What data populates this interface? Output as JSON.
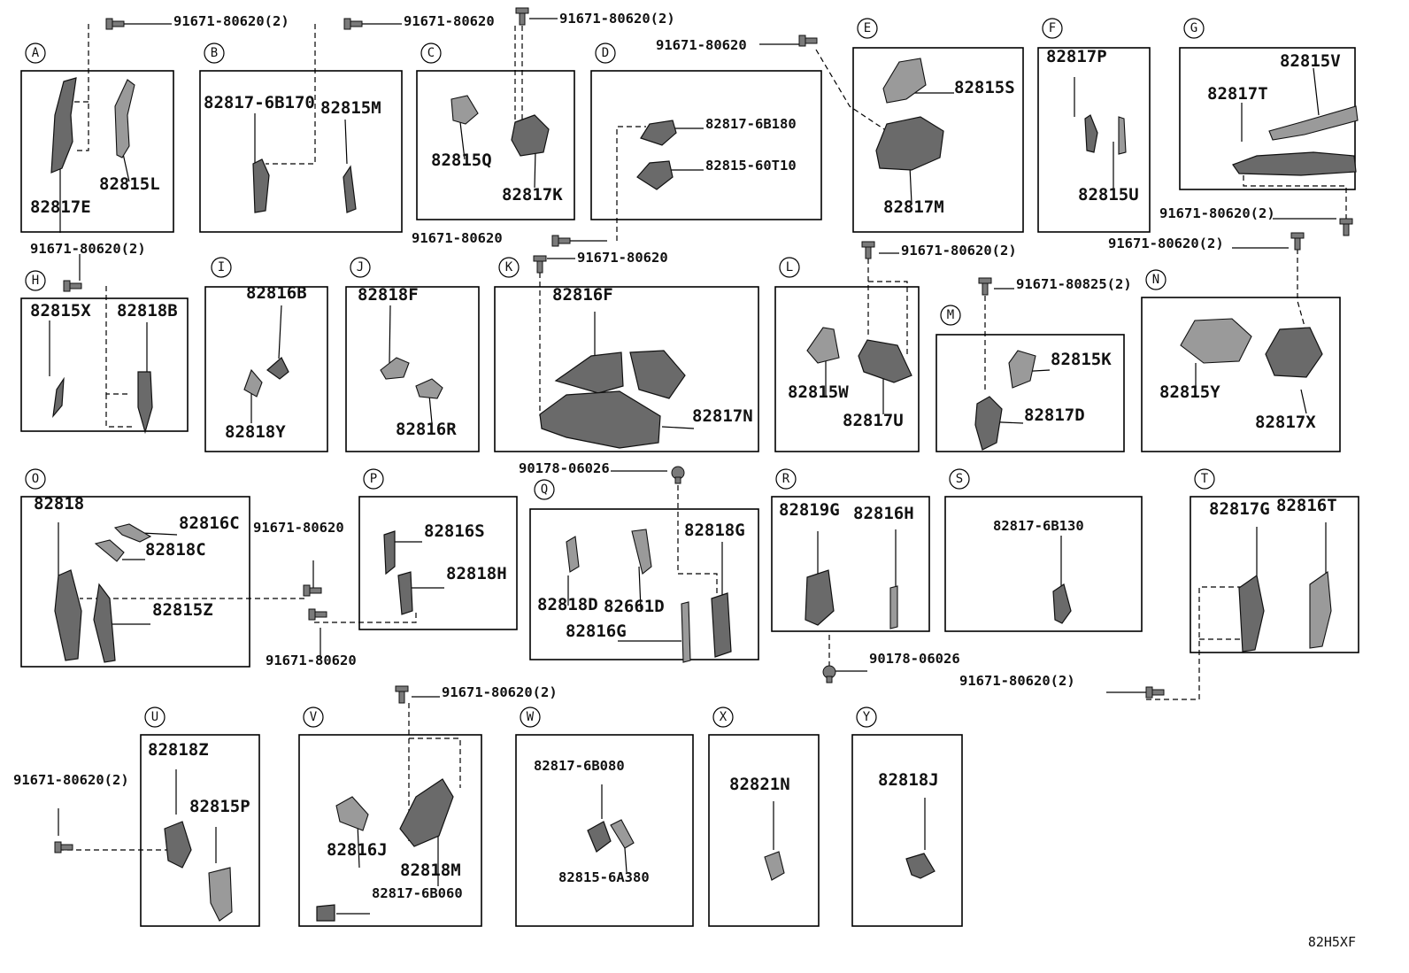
{
  "diagram": {
    "reference_code": "82H5XF",
    "sections": [
      {
        "letter": "A",
        "parts": [
          "82817E",
          "82815L"
        ]
      },
      {
        "letter": "B",
        "parts": [
          "82817-6B170",
          "82815M"
        ]
      },
      {
        "letter": "C",
        "parts": [
          "82815Q",
          "82817K"
        ]
      },
      {
        "letter": "D",
        "parts": [
          "82817-6B180",
          "82815-60T10"
        ]
      },
      {
        "letter": "E",
        "parts": [
          "82815S",
          "82817M"
        ]
      },
      {
        "letter": "F",
        "parts": [
          "82817P",
          "82815U"
        ]
      },
      {
        "letter": "G",
        "parts": [
          "82815V",
          "82817T"
        ]
      },
      {
        "letter": "H",
        "parts": [
          "82815X",
          "82818B"
        ]
      },
      {
        "letter": "I",
        "parts": [
          "82816B",
          "82818Y"
        ]
      },
      {
        "letter": "J",
        "parts": [
          "82818F",
          "82816R"
        ]
      },
      {
        "letter": "K",
        "parts": [
          "82816F",
          "82817N"
        ]
      },
      {
        "letter": "L",
        "parts": [
          "82815W",
          "82817U"
        ]
      },
      {
        "letter": "M",
        "parts": [
          "82815K",
          "82817D"
        ]
      },
      {
        "letter": "N",
        "parts": [
          "82815Y",
          "82817X"
        ]
      },
      {
        "letter": "O",
        "parts": [
          "82818",
          "82816C",
          "82818C",
          "82815Z"
        ]
      },
      {
        "letter": "P",
        "parts": [
          "82816S",
          "82818H"
        ]
      },
      {
        "letter": "Q",
        "parts": [
          "82818G",
          "82818D",
          "82661D",
          "82816G"
        ]
      },
      {
        "letter": "R",
        "parts": [
          "82819G",
          "82816H"
        ]
      },
      {
        "letter": "S",
        "parts": [
          "82817-6B130"
        ]
      },
      {
        "letter": "T",
        "parts": [
          "82817G",
          "82816T"
        ]
      },
      {
        "letter": "U",
        "parts": [
          "82818Z",
          "82815P"
        ]
      },
      {
        "letter": "V",
        "parts": [
          "82816J",
          "82818M",
          "82817-6B060"
        ]
      },
      {
        "letter": "W",
        "parts": [
          "82817-6B080",
          "82815-6A380"
        ]
      },
      {
        "letter": "X",
        "parts": [
          "82821N"
        ]
      },
      {
        "letter": "Y",
        "parts": [
          "82818J"
        ]
      }
    ],
    "fasteners": [
      {
        "id": "fA",
        "label": "91671-80620(2)"
      },
      {
        "id": "fB",
        "label": "91671-80620"
      },
      {
        "id": "fC",
        "label": "91671-80620(2)"
      },
      {
        "id": "fD",
        "label": "91671-80620"
      },
      {
        "id": "fE",
        "label": "91671-80620"
      },
      {
        "id": "fG1",
        "label": "91671-80620(2)"
      },
      {
        "id": "fG2",
        "label": "91671-80620(2)"
      },
      {
        "id": "fH",
        "label": "91671-80620(2)"
      },
      {
        "id": "fK",
        "label": "91671-80620"
      },
      {
        "id": "fL",
        "label": "91671-80620(2)"
      },
      {
        "id": "fM",
        "label": "91671-80825(2)"
      },
      {
        "id": "fO1",
        "label": "91671-80620"
      },
      {
        "id": "fO2",
        "label": "91671-80620"
      },
      {
        "id": "fQ",
        "label": "90178-06026"
      },
      {
        "id": "fR",
        "label": "90178-06026"
      },
      {
        "id": "fT",
        "label": "91671-80620(2)"
      },
      {
        "id": "fU",
        "label": "91671-80620(2)"
      },
      {
        "id": "fV",
        "label": "91671-80620(2)"
      }
    ]
  }
}
